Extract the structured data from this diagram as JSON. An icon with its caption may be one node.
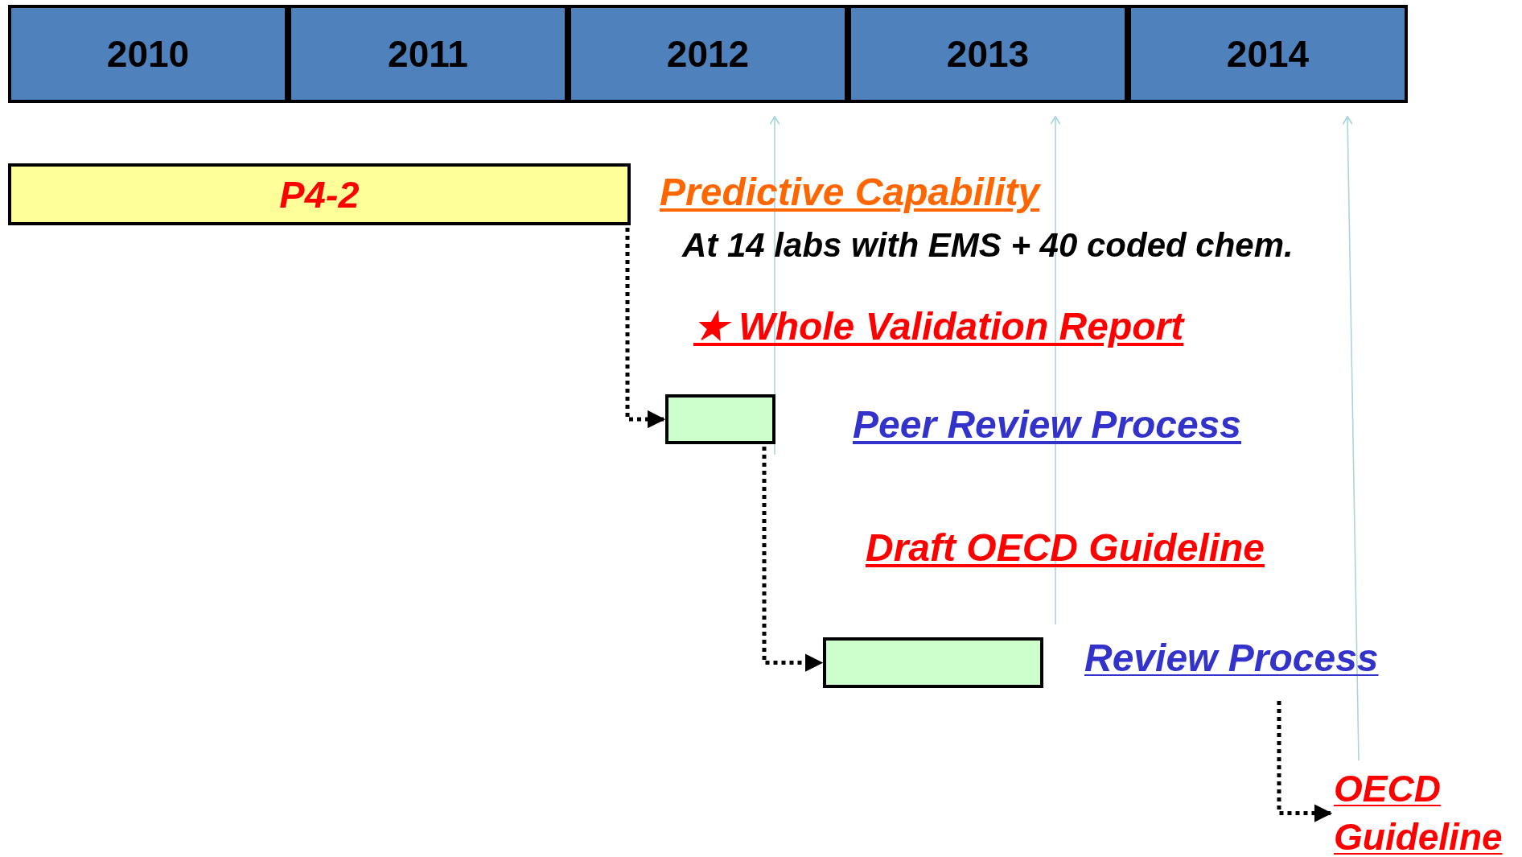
{
  "diagram": {
    "nodes": [
      {
        "text": [
          "2010"
        ]
      },
      {
        "text": [
          "2011"
        ]
      },
      {
        "text": [
          "2012"
        ]
      },
      {
        "text": [
          "2013"
        ]
      },
      {
        "text": [
          "2014"
        ]
      },
      {
        "text": [
          "P4-2"
        ]
      },
      {
        "text": [],
        "shape": "box"
      },
      {
        "text": [],
        "shape": "box"
      },
      {
        "text": [
          "Review Process"
        ]
      },
      {
        "text": [
          "OECD Guideline"
        ]
      }
    ],
    "edges": [
      {
        "from": 5,
        "to": 6,
        "arrow": "to",
        "style": "dashed"
      },
      {
        "from": 6,
        "to": 7,
        "arrow": "to",
        "style": "dashed"
      },
      {
        "from": 8,
        "to": 9,
        "arrow": "to",
        "style": "dashed"
      },
      {
        "from": 6,
        "to": 2,
        "arrow": "to",
        "color": "#a9d5dc"
      },
      {
        "from": 7,
        "to": 3,
        "arrow": "to",
        "color": "#a9d5dc"
      },
      {
        "from": 9,
        "to": 4,
        "arrow": "to",
        "color": "#a9d5dc"
      }
    ],
    "labels": [
      "Predictive Capability",
      "At 14 labs with EMS + 40 coded chem.",
      "★ Whole Validation Report",
      "Peer Review Process",
      "Draft OECD Guideline"
    ]
  }
}
